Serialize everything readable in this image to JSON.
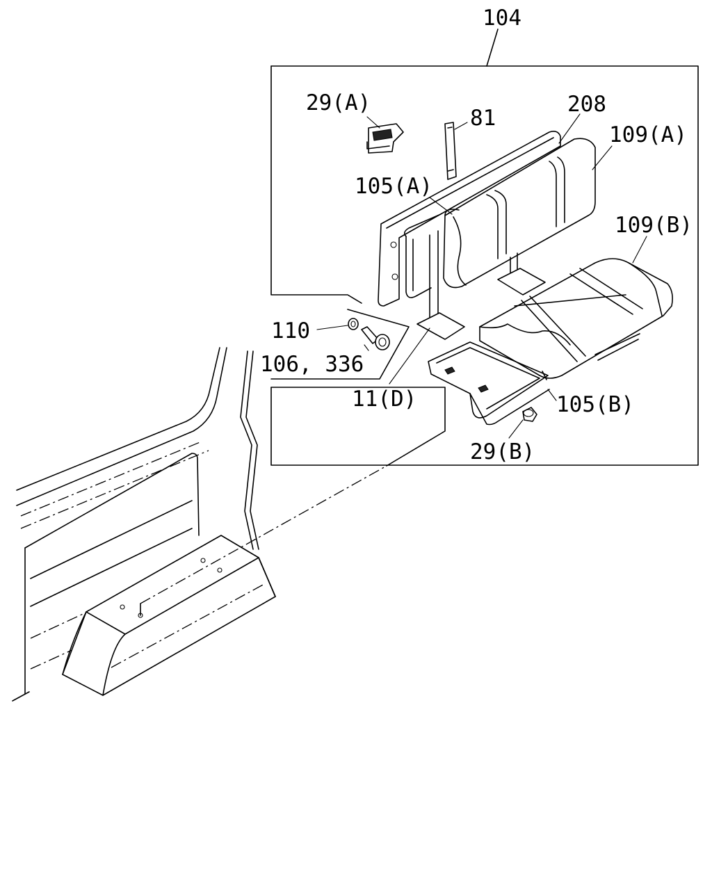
{
  "callouts": {
    "assembly": "104",
    "clip_a": "29(A)",
    "strap": "81",
    "panel": "208",
    "cushion_a": "109(A)",
    "frame_a": "105(A)",
    "cushion_b": "109(B)",
    "washer": "110",
    "bolt": "106, 336",
    "bracket": "11(D)",
    "frame_b": "105(B)",
    "clip_b": "29(B)"
  },
  "icons": [
    "seat-assembly-drawing",
    "vehicle-interior-drawing"
  ]
}
